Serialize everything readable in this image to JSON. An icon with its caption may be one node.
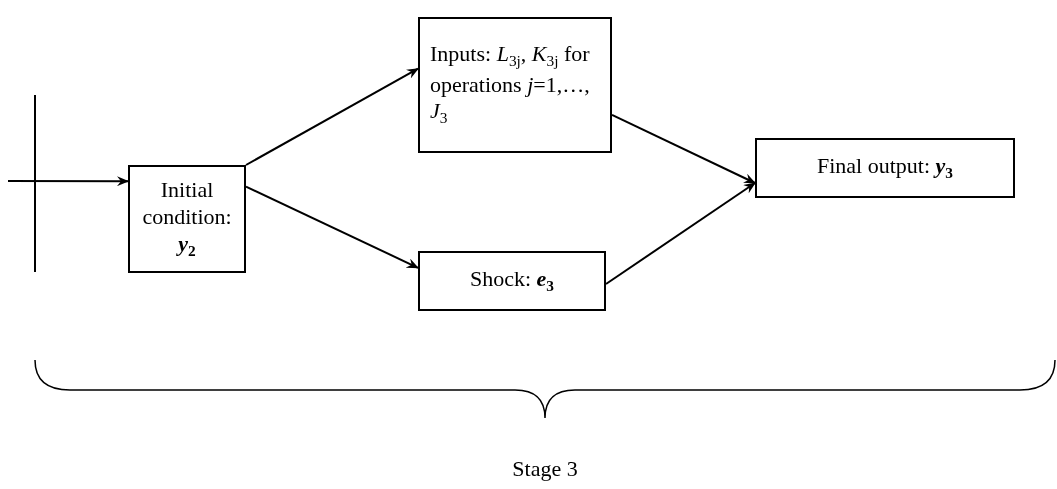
{
  "diagram": {
    "nodes": [
      {
        "text": [
          "Initial condition: **y**$_{2}$"
        ]
      },
      {
        "text": [
          "Inputs: *L*$_{3j}$, *K*$_{3j}$ for operations *j*=1,…, *J*$_{3}$"
        ]
      },
      {
        "text": [
          "Shock: **e**$_{3}$"
        ]
      },
      {
        "text": [
          "Final output: **y**$_{3}$"
        ]
      }
    ],
    "edges": [
      {
        "from": null,
        "to": 0,
        "arrow": "to"
      },
      {
        "from": 0,
        "to": 1,
        "arrow": "to"
      },
      {
        "from": 0,
        "to": 2,
        "arrow": "to"
      },
      {
        "from": 1,
        "to": 3,
        "arrow": "to"
      },
      {
        "from": 2,
        "to": 3,
        "arrow": "to"
      }
    ],
    "labels": [
      "Stage 3"
    ]
  }
}
